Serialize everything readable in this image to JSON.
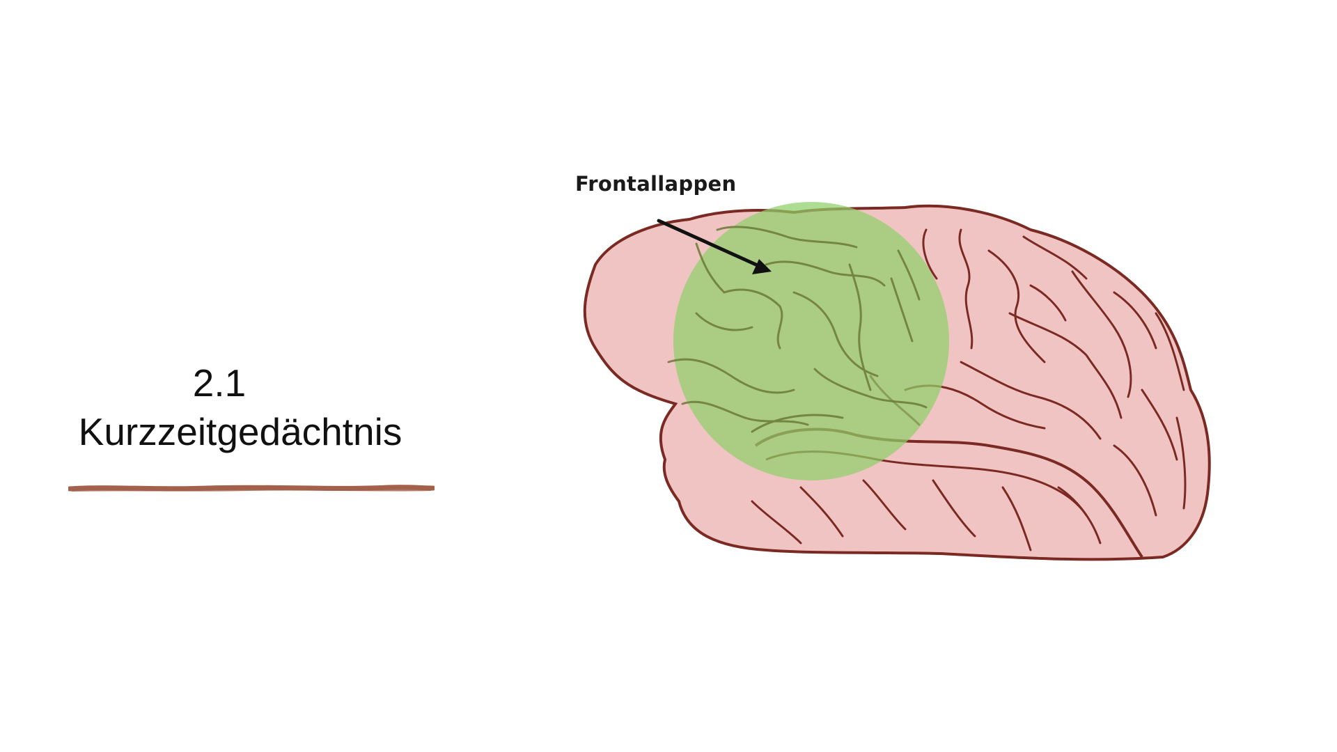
{
  "slide": {
    "number": "2.1",
    "title": "Kurzzeitgedächtnis"
  },
  "diagram": {
    "region_label": "Frontallappen",
    "icons": {
      "brain": "brain-illustration",
      "arrow": "arrow-pointer-icon"
    },
    "colors": {
      "brain_fill": "#f1c4c4",
      "brain_outline": "#7a2a22",
      "frontal_highlight": "#8fcf6a",
      "underline": "#a3604a",
      "arrow": "#111111"
    }
  }
}
